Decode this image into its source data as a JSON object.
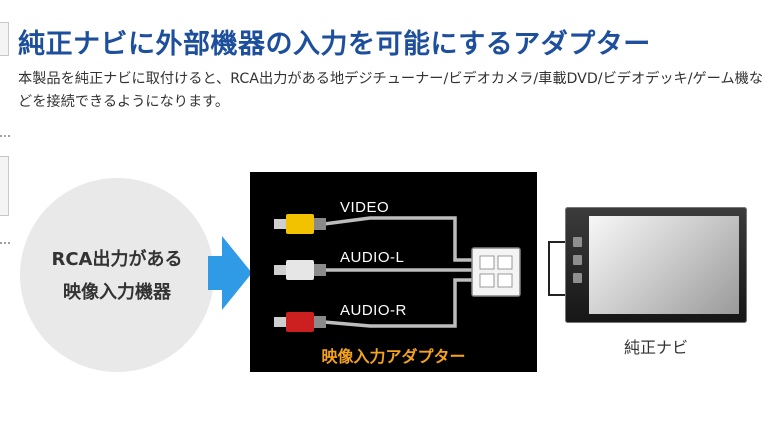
{
  "header": {
    "title": "純正ナビに外部機器の入力を可能にするアダプター",
    "description": "本製品を純正ナビに取付けると、RCA出力がある地デジチューナー/ビデオカメラ/車載DVD/ビデオデッキ/ゲーム機などを接続できるようになります。"
  },
  "diagram": {
    "source": {
      "line1": "RCA出力がある",
      "line2": "映像入力機器"
    },
    "adapter": {
      "label": "映像入力アダプター",
      "connectors": [
        {
          "label": "VIDEO",
          "color": "#f2c200"
        },
        {
          "label": "AUDIO-L",
          "color": "#e6e6e6"
        },
        {
          "label": "AUDIO-R",
          "color": "#cc1f1f"
        }
      ]
    },
    "navi": {
      "label": "純正ナビ"
    },
    "colors": {
      "title": "#1d4f9c",
      "arrow": "#2f9be6",
      "adapter_label": "#f5a21c"
    }
  }
}
